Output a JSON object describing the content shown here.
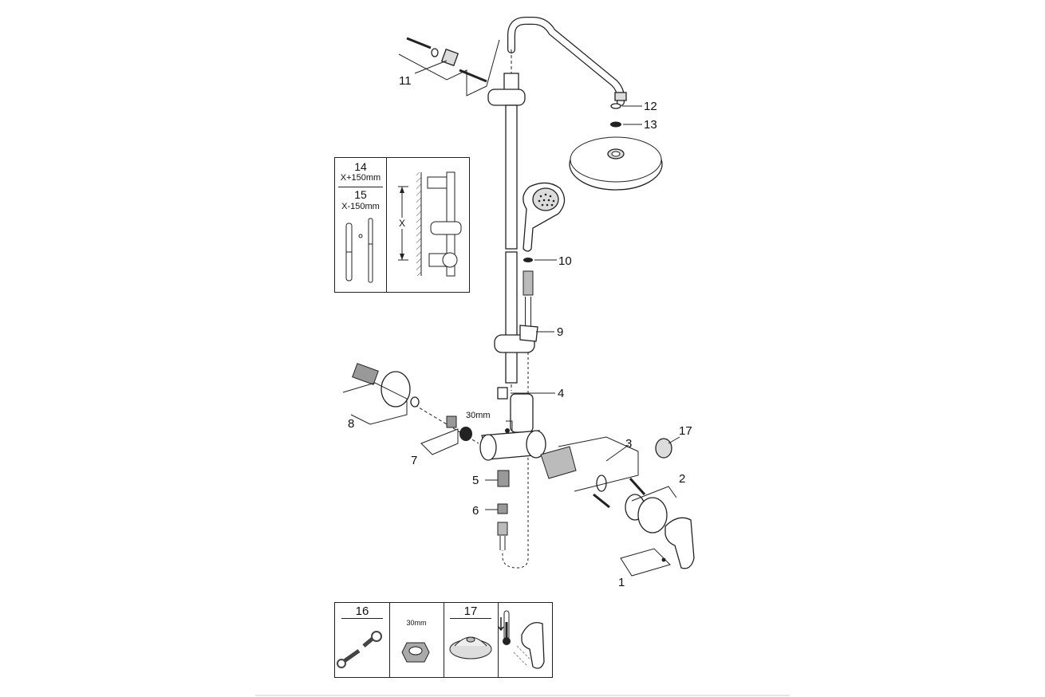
{
  "callouts": {
    "c1": "1",
    "c2": "2",
    "c3": "3",
    "c4": "4",
    "c5": "5",
    "c6": "6",
    "c7": "7",
    "c8": "8",
    "c9": "9",
    "c10": "10",
    "c11": "11",
    "c12": "12",
    "c13": "13",
    "c17": "17"
  },
  "nut_size_label": "30mm",
  "inset_rail": {
    "item14": "14",
    "item14_size": "X+150mm",
    "item15": "15",
    "item15_size": "X-150mm",
    "dimension_label": "X"
  },
  "tools_table": {
    "col16": "16",
    "col16_size": "30mm",
    "col17": "17"
  }
}
